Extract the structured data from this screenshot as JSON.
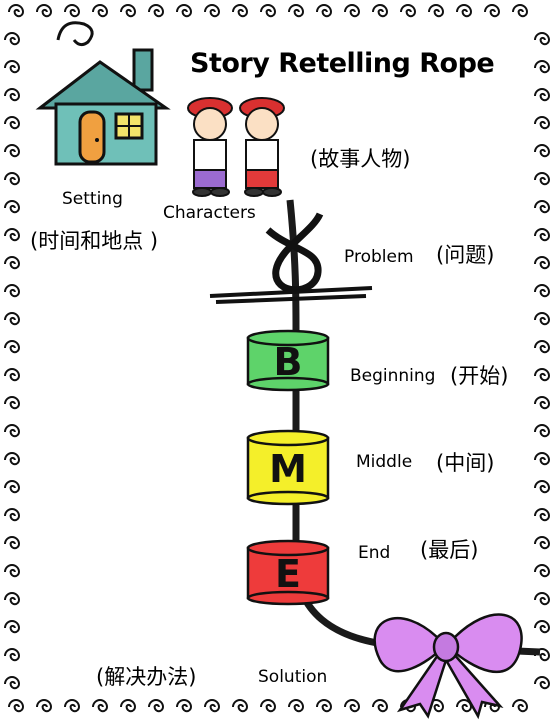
{
  "title": "Story Retelling Rope",
  "colors": {
    "chinese_text": "#e0322f",
    "bead_beginning": "#5ed36a",
    "bead_middle": "#f4ef2a",
    "bead_end": "#ee3b3b",
    "bow": "#d98cf0",
    "house": "#5aa6a0",
    "rope": "#1a1a1a"
  },
  "setting": {
    "label": "Setting",
    "chinese": "(时间和地点 )",
    "icon": "house-icon"
  },
  "characters": {
    "label": "Characters",
    "chinese": "(故事人物)",
    "icon": "children-icon"
  },
  "problem": {
    "label": "Problem",
    "chinese": "(问题)",
    "icon": "knot-icon"
  },
  "beginning": {
    "label": "Beginning",
    "chinese": "(开始)",
    "letter": "B"
  },
  "middle": {
    "label": "Middle",
    "chinese": "(中间)",
    "letter": "M"
  },
  "end": {
    "label": "End",
    "chinese": "(最后)",
    "letter": "E"
  },
  "solution": {
    "label": "Solution",
    "chinese": "(解决办法)",
    "icon": "bow-icon"
  }
}
